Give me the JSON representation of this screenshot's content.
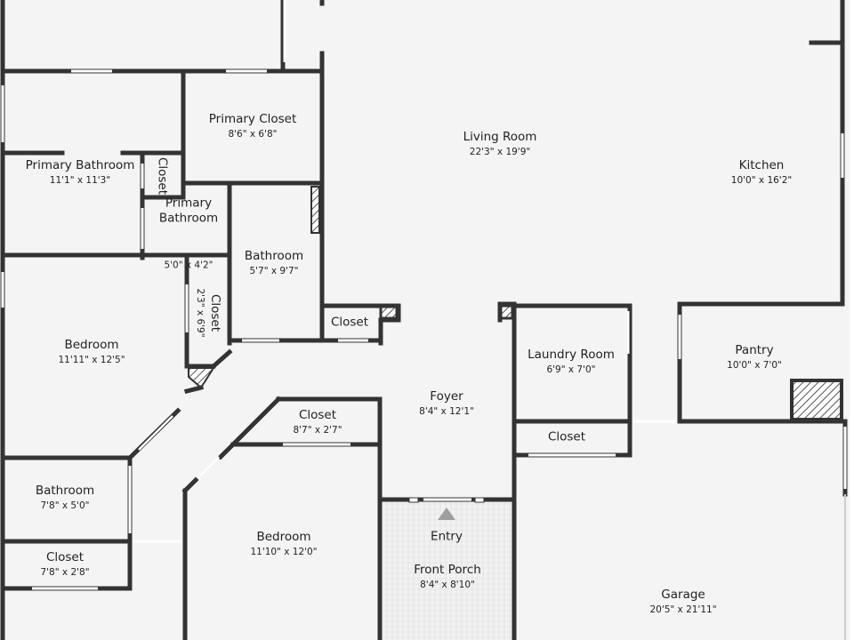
{
  "colors": {
    "wall": "#333333",
    "floor": "#f4f4f4",
    "window": "#ffffff",
    "stairs": "#555555",
    "entry_marker": "#9e9e9e"
  },
  "rooms": {
    "living_room": {
      "name": "Living Room",
      "dims": "22'3\" x 19'9\""
    },
    "kitchen": {
      "name": "Kitchen",
      "dims": "10'0\" x 16'2\""
    },
    "primary_closet": {
      "name": "Primary Closet",
      "dims": "8'6\" x 6'8\""
    },
    "primary_bathroom": {
      "name": "Primary Bathroom",
      "dims": "11'1\" x 11'3\""
    },
    "closet_small": {
      "name": "Closet"
    },
    "primary_bathroom_2": {
      "name": "Primary\nBathroom",
      "dims": "5'0\" x 4'2\""
    },
    "bathroom_center": {
      "name": "Bathroom",
      "dims": "5'7\" x 9'7\""
    },
    "closet_center": {
      "name": "Closet"
    },
    "bedroom_left": {
      "name": "Bedroom",
      "dims": "11'11\" x 12'5\""
    },
    "closet_vertical": {
      "name": "Closet",
      "dims": "2'3\" x 6'9\""
    },
    "laundry_room": {
      "name": "Laundry Room",
      "dims": "6'9\" x 7'0\""
    },
    "pantry": {
      "name": "Pantry",
      "dims": "10'0\" x 7'0\""
    },
    "foyer": {
      "name": "Foyer",
      "dims": "8'4\" x 12'1\""
    },
    "closet_foyer": {
      "name": "Closet",
      "dims": "8'7\" x 2'7\""
    },
    "closet_laundry": {
      "name": "Closet"
    },
    "bathroom_left": {
      "name": "Bathroom",
      "dims": "7'8\" x 5'0\""
    },
    "closet_left": {
      "name": "Closet",
      "dims": "7'8\" x 2'8\""
    },
    "bedroom_center": {
      "name": "Bedroom",
      "dims": "11'10\" x 12'0\""
    },
    "entry": {
      "name": "Entry"
    },
    "front_porch": {
      "name": "Front Porch",
      "dims": "8'4\" x 8'10\""
    },
    "garage": {
      "name": "Garage",
      "dims": "20'5\" x 21'11\""
    }
  }
}
